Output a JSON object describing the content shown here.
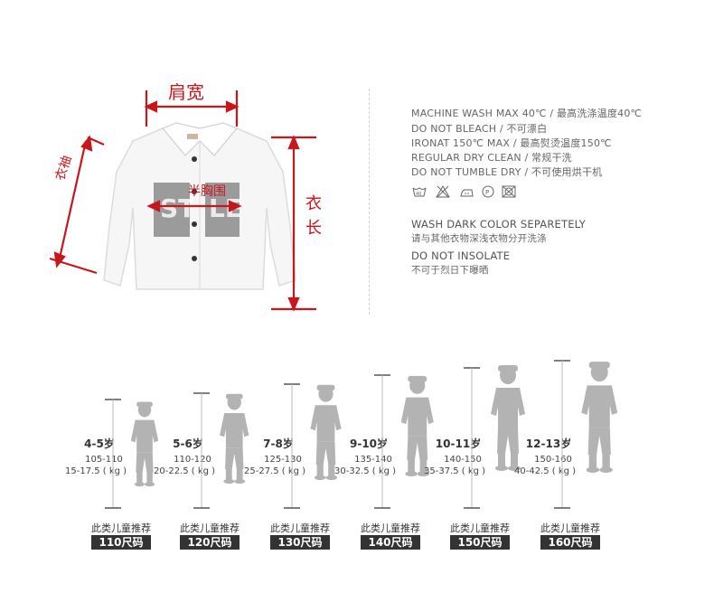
{
  "measure_labels": {
    "shoulder": "肩宽",
    "sleeve": "衣袖",
    "chest": "半胸围",
    "length_1": "衣",
    "length_2": "长"
  },
  "care": {
    "line1": "MACHINE WASH MAX 40℃ / 最高洗涤温度40℃",
    "line2": "DO NOT BLEACH / 不可漂白",
    "line3": "IRONAT 150℃ MAX / 最高熨烫温度150℃",
    "line4": "REGULAR DRY CLEAN / 常规干洗",
    "line5": "DO NOT TUMBLE DRY / 不可使用烘干机",
    "wash_dark_en": "WASH DARK COLOR SEPARETELY",
    "wash_dark_cn": "请与其他衣物深浅衣物分开洗涤",
    "insolate_en": "DO NOT INSOLATE",
    "insolate_cn": "不可于烈日下曝晒"
  },
  "care_icons": [
    "wash-40-icon",
    "no-bleach-icon",
    "iron-icon",
    "dry-clean-icon",
    "no-tumble-dry-icon"
  ],
  "sizes": [
    {
      "age": "4-5岁",
      "height": "105-110",
      "weight": "15-17.5 ( kg )",
      "recommend": "此类儿童推荐",
      "size": "110尺码"
    },
    {
      "age": "5-6岁",
      "height": "110-120",
      "weight": "20-22.5 ( kg )",
      "recommend": "此类儿童推荐",
      "size": "120尺码"
    },
    {
      "age": "7-8岁",
      "height": "125-130",
      "weight": "25-27.5 ( kg )",
      "recommend": "此类儿童推荐",
      "size": "130尺码"
    },
    {
      "age": "9-10岁",
      "height": "135-140",
      "weight": "30-32.5 ( kg )",
      "recommend": "此类儿童推荐",
      "size": "140尺码"
    },
    {
      "age": "10-11岁",
      "height": "140-150",
      "weight": "35-37.5 ( kg )",
      "recommend": "此类儿童推荐",
      "size": "150尺码"
    },
    {
      "age": "12-13岁",
      "height": "150-160",
      "weight": "40-42.5 ( kg )",
      "recommend": "此类儿童推荐",
      "size": "160尺码"
    }
  ],
  "colors": {
    "accent": "#c8161d",
    "silhouette": "#b3b3b3",
    "tag": "#333333"
  }
}
